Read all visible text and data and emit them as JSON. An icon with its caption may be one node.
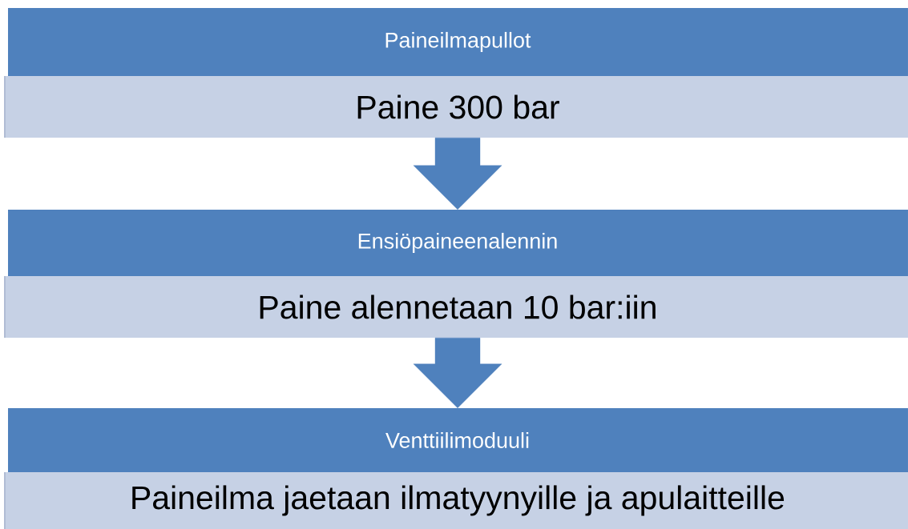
{
  "diagram": {
    "nodes": [
      {
        "text": [
          "Paineilmapullot",
          "Paine 300 bar"
        ]
      },
      {
        "text": [
          "Ensiöpaineenalennin",
          "Paine alennetaan 10 bar:iin"
        ]
      },
      {
        "text": [
          "Venttiilimoduuli",
          "Paineilma jaetaan ilmatyynyille ja apulaitteille"
        ]
      }
    ],
    "edges": [
      {
        "from": 0,
        "to": 1,
        "arrow": "to"
      },
      {
        "from": 1,
        "to": 2,
        "arrow": "to"
      }
    ]
  }
}
